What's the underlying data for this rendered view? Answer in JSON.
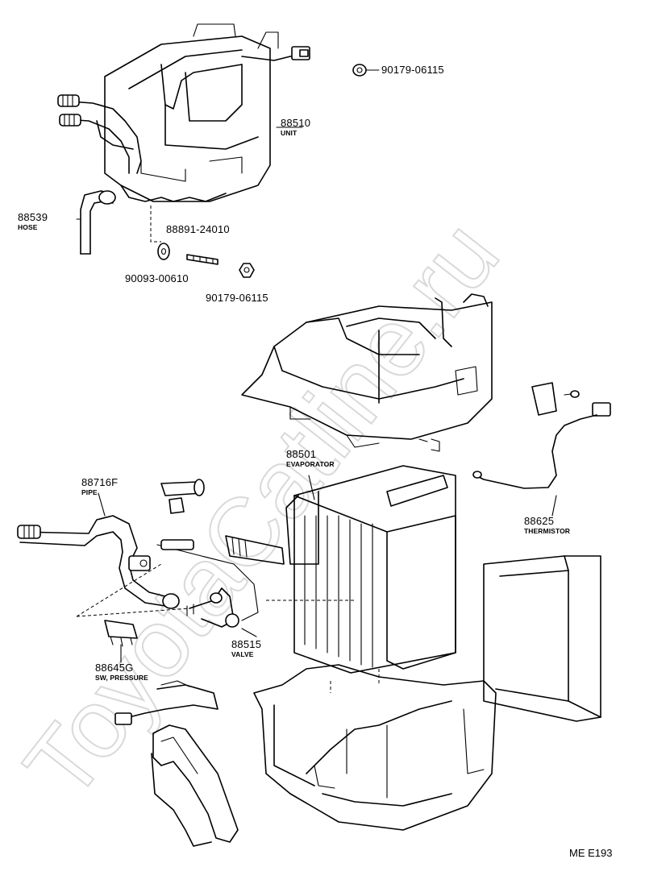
{
  "watermark": "ToyotaCatline.ru",
  "figure_code": "ME E193",
  "parts": [
    {
      "id": "unit",
      "number": "88510",
      "name": "UNIT"
    },
    {
      "id": "clip-top",
      "number": "90179-06115",
      "name": ""
    },
    {
      "id": "hose",
      "number": "88539",
      "name": "HOSE"
    },
    {
      "id": "stud",
      "number": "88891-24010",
      "name": ""
    },
    {
      "id": "washer",
      "number": "90093-00610",
      "name": ""
    },
    {
      "id": "clip-bottom",
      "number": "90179-06115",
      "name": ""
    },
    {
      "id": "evaporator",
      "number": "88501",
      "name": "EVAPORATOR"
    },
    {
      "id": "pipe",
      "number": "88716F",
      "name": "PIPE"
    },
    {
      "id": "thermistor",
      "number": "88625",
      "name": "THERMISTOR"
    },
    {
      "id": "valve",
      "number": "88515",
      "name": "VALVE"
    },
    {
      "id": "pressure-switch",
      "number": "88645G",
      "name": "SW, PRESSURE"
    }
  ]
}
